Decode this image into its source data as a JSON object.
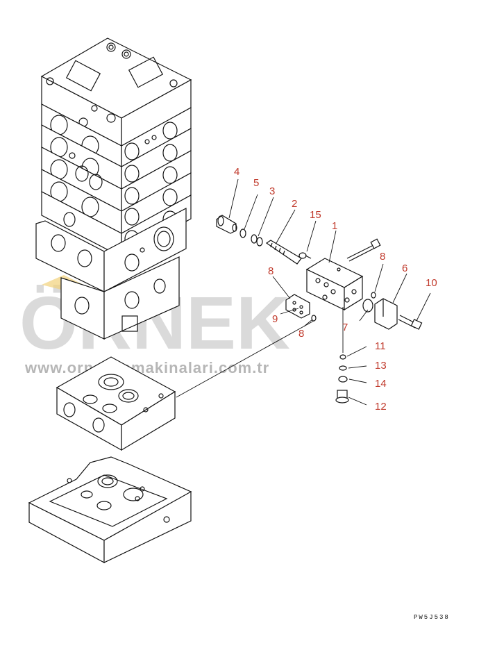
{
  "watermark": {
    "text": "ÖRNEK",
    "url": "www.orneki smakinalari.com.tr"
  },
  "drawing_code": "PW5J538",
  "callouts": [
    {
      "id": "c4",
      "label": "4"
    },
    {
      "id": "c5",
      "label": "5"
    },
    {
      "id": "c3",
      "label": "3"
    },
    {
      "id": "c2",
      "label": "2"
    },
    {
      "id": "c15",
      "label": "15"
    },
    {
      "id": "c1",
      "label": "1"
    },
    {
      "id": "c8a",
      "label": "8"
    },
    {
      "id": "c8b",
      "label": "8"
    },
    {
      "id": "c6",
      "label": "6"
    },
    {
      "id": "c10",
      "label": "10"
    },
    {
      "id": "c9",
      "label": "9"
    },
    {
      "id": "c8c",
      "label": "8"
    },
    {
      "id": "c7",
      "label": "7"
    },
    {
      "id": "c11",
      "label": "11"
    },
    {
      "id": "c13",
      "label": "13"
    },
    {
      "id": "c14",
      "label": "14"
    },
    {
      "id": "c12",
      "label": "12"
    }
  ]
}
